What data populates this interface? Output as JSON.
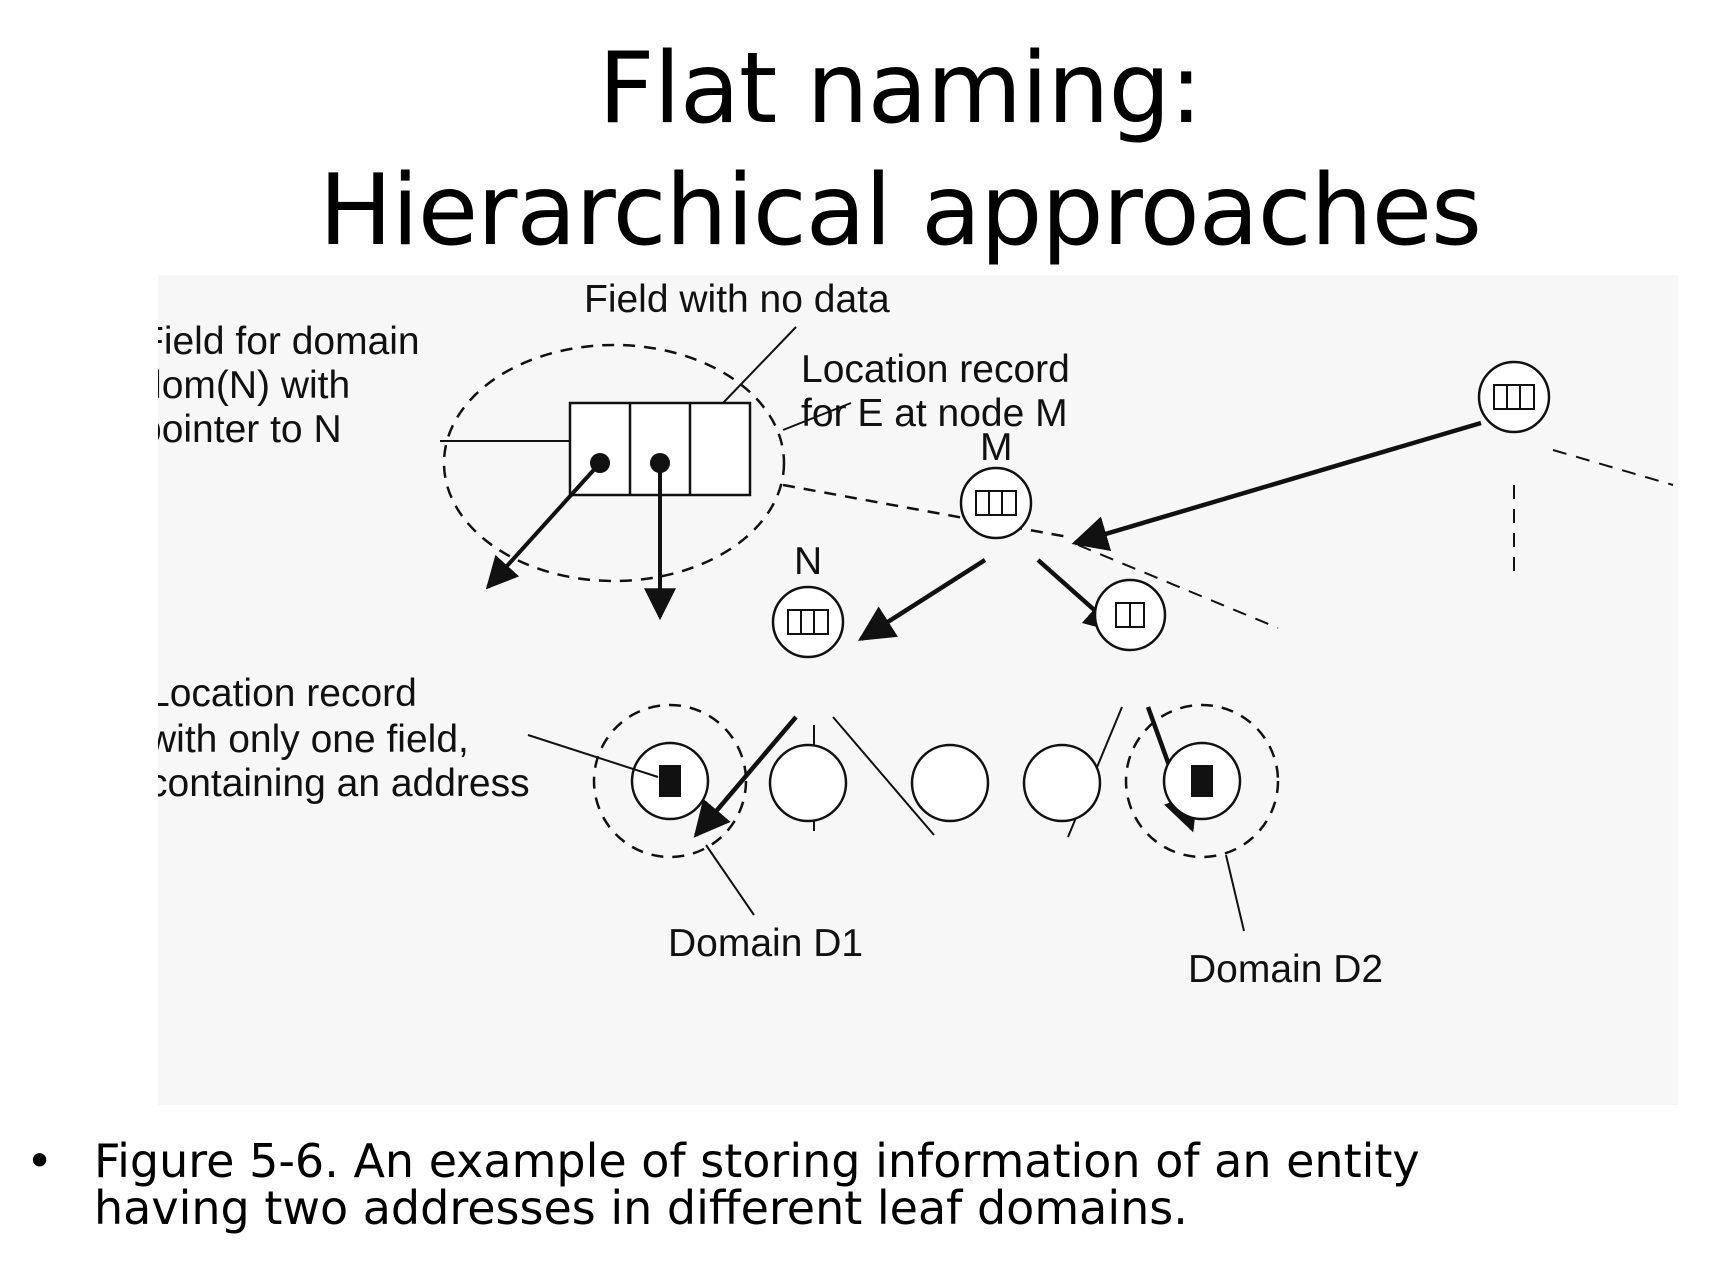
{
  "title": {
    "line1": "Flat naming:",
    "line2": "Hierarchical approaches"
  },
  "diagram": {
    "labels": {
      "field_no_data": "Field with no data",
      "field_domain_line1": "Field for domain",
      "field_domain_line2": "dom(N) with",
      "field_domain_line3": "pointer to N",
      "location_record_line1": "Location record",
      "location_record_line2": "for E at node M",
      "node_m": "M",
      "node_n": "N",
      "one_field_line1": "Location record",
      "one_field_line2": "with only one field,",
      "one_field_line3": "containing an address",
      "domain_d1": "Domain D1",
      "domain_d2": "Domain D2"
    },
    "colors": {
      "background": "#f7f7f7",
      "stroke": "#111111"
    }
  },
  "caption": {
    "bullet": "•",
    "line1": "Figure 5-6. An example of storing information of an entity",
    "line2": "having two addresses in different leaf domains."
  }
}
